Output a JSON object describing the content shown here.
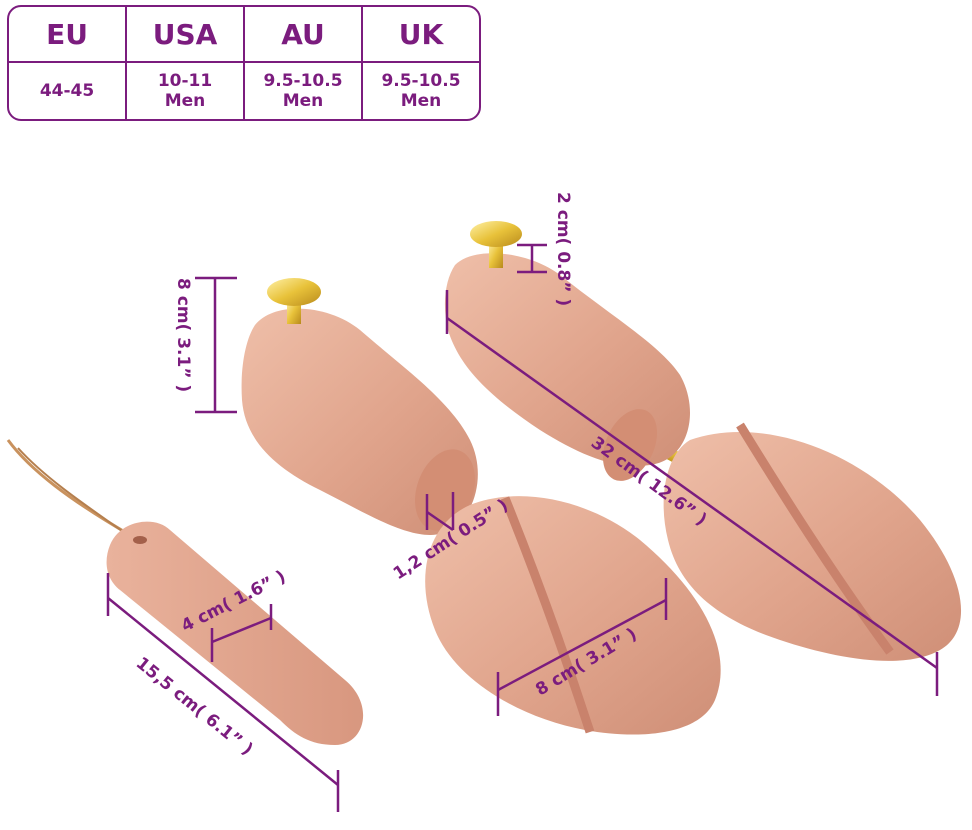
{
  "size_table": {
    "headers": [
      "EU",
      "USA",
      "AU",
      "UK"
    ],
    "values": [
      "44-45",
      "10-11\nMen",
      "9.5-10.5\nMen",
      "9.5-10.5\nMen"
    ]
  },
  "dimensions": {
    "tree_height": "8 cm( 3.1” )",
    "knob_height": "2 cm( 0.8” )",
    "tree_length": "32 cm( 12.6” )",
    "rod_diameter": "1,2 cm( 0.5” )",
    "toe_width": "8 cm( 3.1” )",
    "horn_width": "4 cm( 1.6” )",
    "horn_length": "15,5 cm( 6.1” )"
  },
  "colors": {
    "accent": "#7b1c7e",
    "wood": "#e3a893",
    "wood_dark": "#c9826c",
    "brass": "#e8c23a"
  }
}
